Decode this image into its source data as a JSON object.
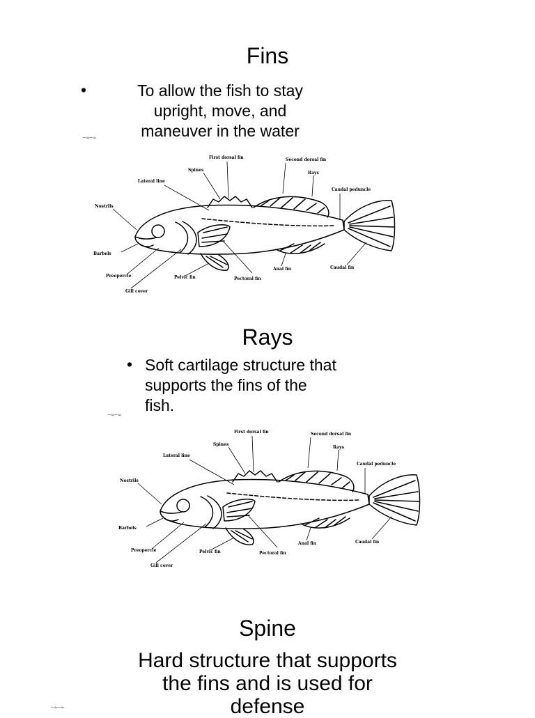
{
  "sections": [
    {
      "title": "Fins",
      "bullet_lines": [
        "To allow the fish to stay",
        "upright, move, and",
        "maneuver in the water"
      ]
    },
    {
      "title": "Rays",
      "bullet_lines": [
        "Soft cartilage structure that",
        "supports the fins of the",
        "fish."
      ]
    },
    {
      "title": "Spine",
      "text_lines": [
        "Hard structure that supports",
        "the fins and is used for",
        "defense"
      ]
    }
  ],
  "diagram_labels": {
    "first_dorsal_fin": "First dorsal fin",
    "second_dorsal_fin": "Second dorsal fin",
    "spines": "Spines",
    "rays": "Rays",
    "lateral_line": "Lateral line",
    "caudal_peduncle": "Caudal peduncle",
    "nostrils": "Nostrils",
    "barbels": "Barbels",
    "preopercle": "Preopercle",
    "gill_cover": "Gill cover",
    "pelvic_fin": "Pelvic fin",
    "pectoral_fin": "Pectoral fin",
    "anal_fin": "Anal fin",
    "caudal_fin": "Caudal fin"
  }
}
